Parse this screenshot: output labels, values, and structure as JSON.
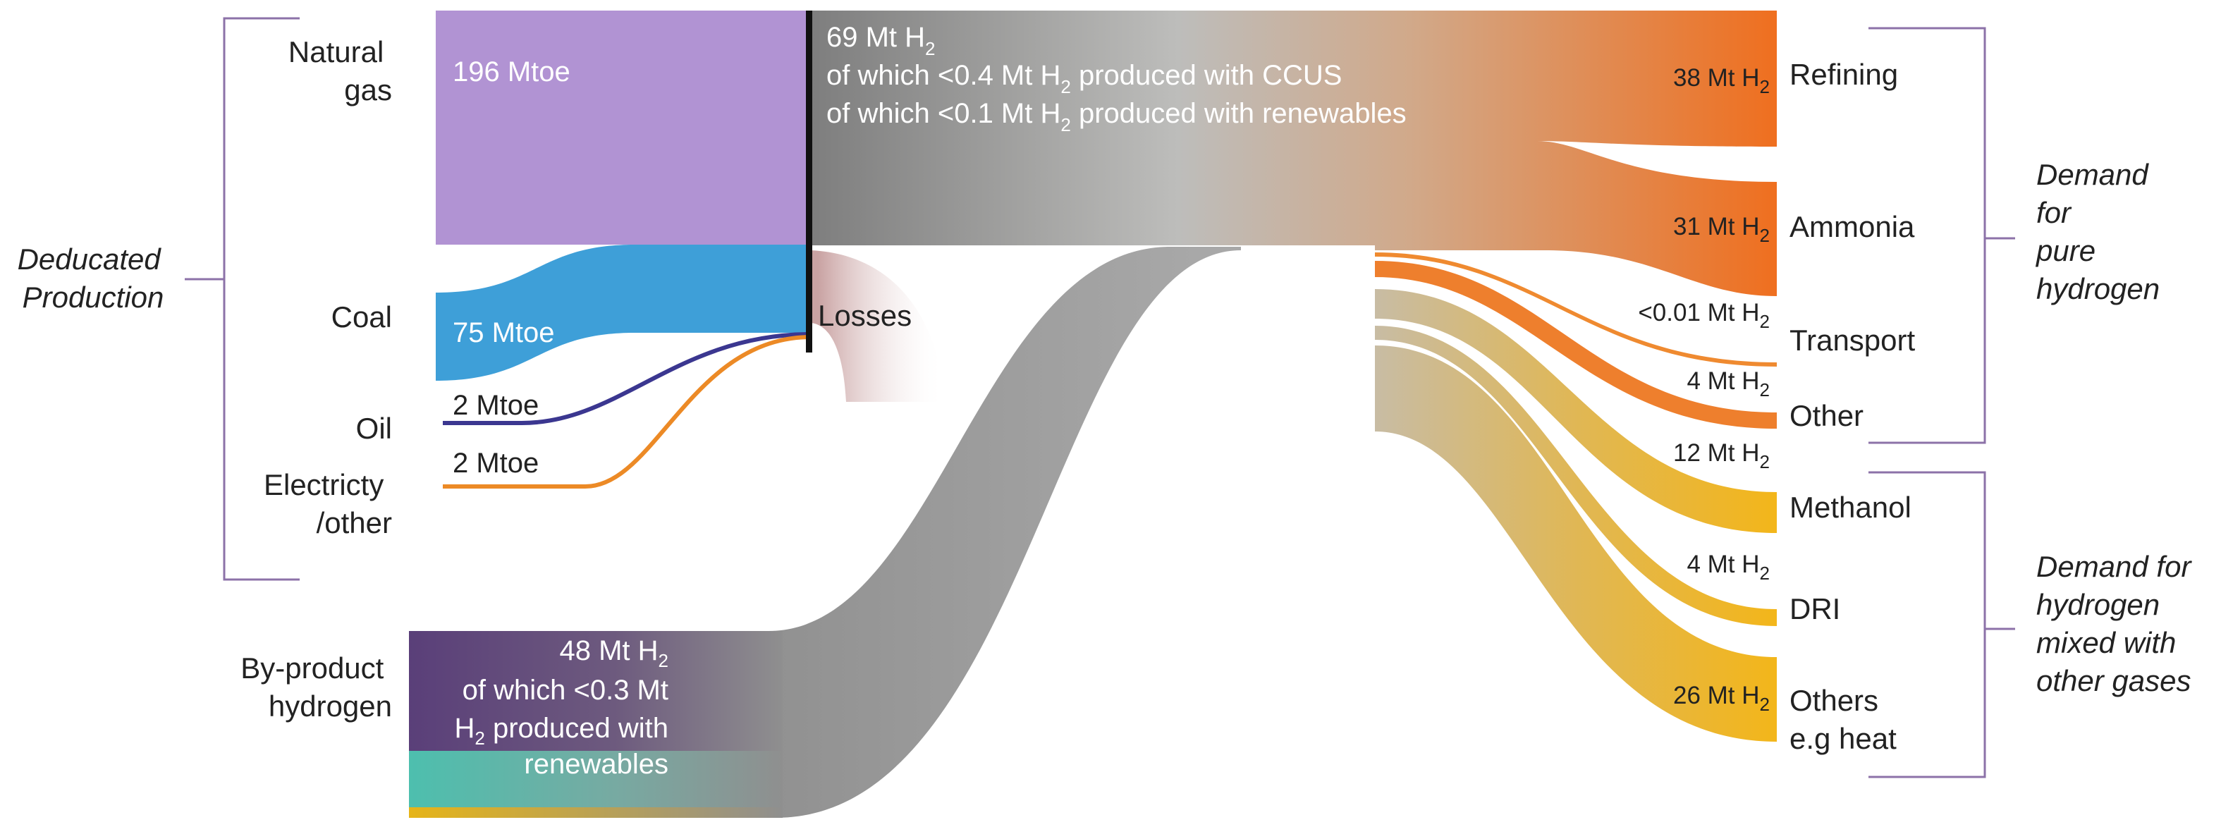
{
  "colors": {
    "natural_gas": "#b193d3",
    "coal": "#3e9fd8",
    "oil": "#3b3790",
    "electricity": "#ec8a26",
    "byproduct_top": "#5a3f79",
    "byproduct_mid": "#4dbfae",
    "byproduct_bottom": "#e6b418",
    "grey": "#9a9a9a",
    "refining": "#ef6f1f",
    "ammonia": "#ef7b28",
    "transport": "#ef8a30",
    "other": "#ee7f2d",
    "methanol": "#f3b61a",
    "dri": "#f0b020",
    "others_heat": "#f2b71d",
    "losses": "#d9bdbd",
    "bracket": "#8c72a8"
  },
  "left": {
    "group_label": [
      "Deducated",
      "Production"
    ],
    "sources": {
      "natural_gas": {
        "label": [
          "Natural",
          "gas"
        ],
        "value": "196 Mtoe"
      },
      "coal": {
        "label": [
          "Coal"
        ],
        "value": "75 Mtoe"
      },
      "oil": {
        "label": [
          "Oil"
        ],
        "value": "2 Mtoe"
      },
      "electricity": {
        "label": [
          "Electricty",
          "/other"
        ],
        "value": "2 Mtoe"
      }
    },
    "byproduct": {
      "label": [
        "By-product",
        "hydrogen"
      ],
      "value": "48 Mt H",
      "value_sub": "2",
      "line2": "of which <0.3 Mt",
      "line3_pre": "H",
      "line3_sub": "2",
      "line3_post": " produced with",
      "line4": "renewables"
    }
  },
  "center": {
    "total": "69 Mt H",
    "total_sub": "2",
    "ccus_pre": "of which <0.4 Mt H",
    "ccus_sub": "2",
    "ccus_post": " produced with CCUS",
    "ren_pre": "of which <0.1 Mt H",
    "ren_sub": "2",
    "ren_post": " produced with renewables",
    "losses": "Losses"
  },
  "right": {
    "pure_group": [
      "Demand",
      "for",
      "pure",
      "hydrogen"
    ],
    "mixed_group": [
      "Demand for",
      "hydrogen",
      "mixed with",
      "other gases"
    ],
    "sinks": {
      "refining": {
        "label": [
          "Refining"
        ],
        "value": "38 Mt H",
        "sub": "2"
      },
      "ammonia": {
        "label": [
          "Ammonia"
        ],
        "value": "31 Mt H",
        "sub": "2"
      },
      "transport": {
        "label": [
          "Transport"
        ],
        "value": "<0.01 Mt H",
        "sub": "2"
      },
      "other": {
        "label": [
          "Other"
        ],
        "value": "4 Mt H",
        "sub": "2"
      },
      "methanol": {
        "label": [
          "Methanol"
        ],
        "value": "12 Mt H",
        "sub": "2"
      },
      "dri": {
        "label": [
          "DRI"
        ],
        "value": "4 Mt H",
        "sub": "2"
      },
      "others_heat": {
        "label": [
          "Others",
          "e.g heat"
        ],
        "value": "26 Mt H",
        "sub": "2"
      }
    }
  }
}
